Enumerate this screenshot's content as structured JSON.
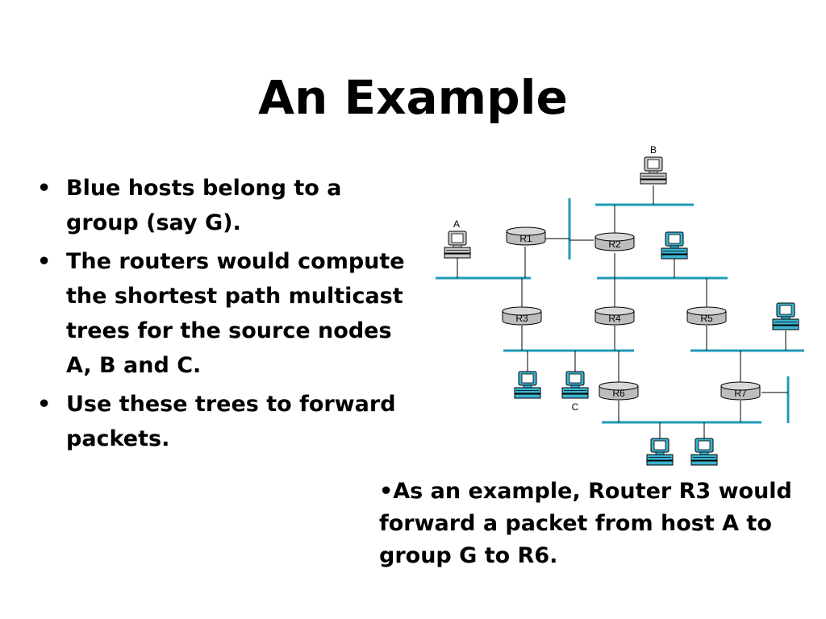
{
  "title": "An Example",
  "bullets": [
    "Blue hosts belong to a group (say G).",
    "The routers would compute the shortest path multicast trees for the source nodes A, B and C.",
    "Use these trees to forward packets."
  ],
  "bullet_marker": "•",
  "note": "•As an example, Router R3 would forward a packet from host A to group G to R6.",
  "diagram": {
    "routers": [
      "R1",
      "R2",
      "R3",
      "R4",
      "R5",
      "R6",
      "R7"
    ],
    "host_labels": {
      "A": "A",
      "B": "B",
      "C": "C"
    },
    "colors": {
      "link": "#1f9bb6",
      "host_blue": "#3bb3d0",
      "host_gray": "#c8c8c8",
      "router": "#bdbdbd"
    }
  }
}
